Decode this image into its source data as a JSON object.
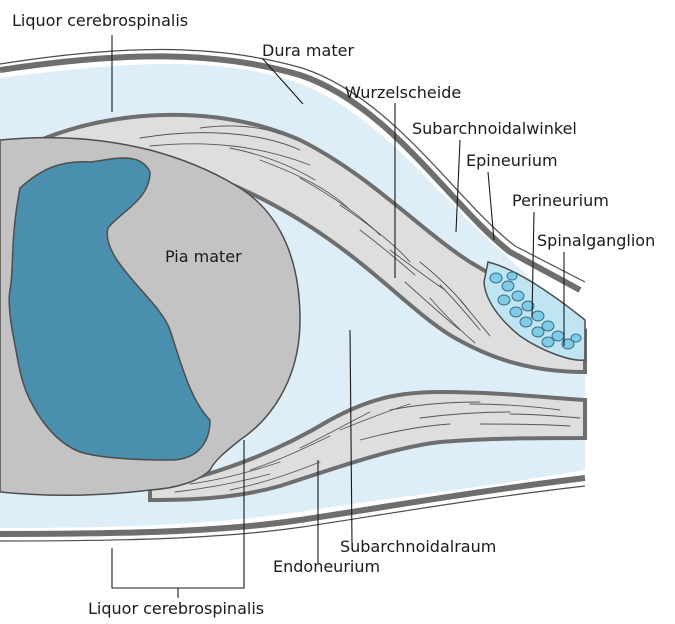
{
  "labels": {
    "liquor_top": "Liquor cerebrospinalis",
    "dura_mater": "Dura mater",
    "wurzelscheide": "Wurzelscheide",
    "subarachnoidalwinkel": "Subarchnoidalwinkel",
    "epineurium": "Epineurium",
    "perineurium": "Perineurium",
    "spinalganglion": "Spinalganglion",
    "pia_mater": "Pia mater",
    "subarachnoidalraum": "Subarchnoidalraum",
    "endoneurium": "Endoneurium",
    "liquor_bottom": "Liquor cerebrospinalis"
  },
  "colors": {
    "csf": "#ddeef8",
    "dura": "#6e6e6e",
    "outline": "#4d4d4d",
    "spinal_cord": "#c3c3c3",
    "grey_matter": "#4a8fae",
    "nerve_root": "#dedede",
    "ganglion_cell": "#7fcbe8"
  }
}
